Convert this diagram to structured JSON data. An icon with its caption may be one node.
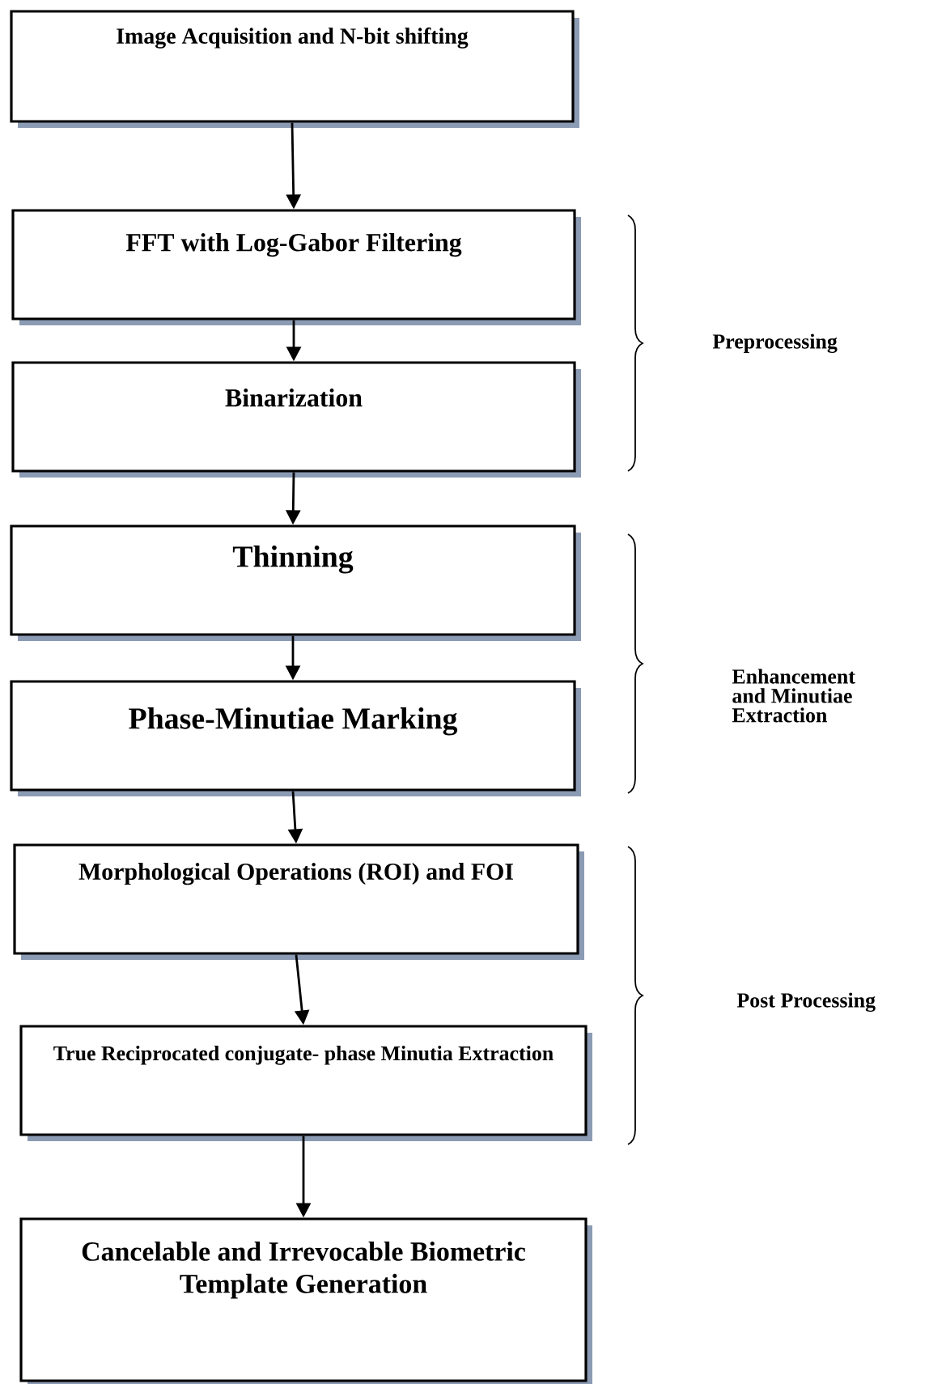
{
  "diagram": {
    "nodes": [
      {
        "text": [
          "Image Acquisition and N-bit shifting"
        ]
      },
      {
        "text": [
          "FFT with Log-Gabor Filtering"
        ]
      },
      {
        "text": [
          "Binarization"
        ]
      },
      {
        "text": [
          "Thinning"
        ]
      },
      {
        "text": [
          "Phase-Minutiae Marking"
        ]
      },
      {
        "text": [
          "Morphological Operations (ROI) and FOI"
        ]
      },
      {
        "text": [
          "True Reciprocated conjugate- phase Minutia Extraction"
        ]
      },
      {
        "text": [
          "Cancelable and Irrevocable Biometric Template Generation"
        ]
      }
    ],
    "edges": [
      {
        "from": 0,
        "to": 1,
        "arrow": "to"
      },
      {
        "from": 1,
        "to": 2,
        "arrow": "to"
      },
      {
        "from": 2,
        "to": 3,
        "arrow": "to"
      },
      {
        "from": 3,
        "to": 4,
        "arrow": "to"
      },
      {
        "from": 4,
        "to": 5,
        "arrow": "to"
      },
      {
        "from": 5,
        "to": 6,
        "arrow": "to"
      },
      {
        "from": 6,
        "to": 7,
        "arrow": "to"
      }
    ],
    "labels": [
      "Preprocessing",
      "Enhancement and Minutiae Extraction",
      "Post Processing"
    ]
  }
}
